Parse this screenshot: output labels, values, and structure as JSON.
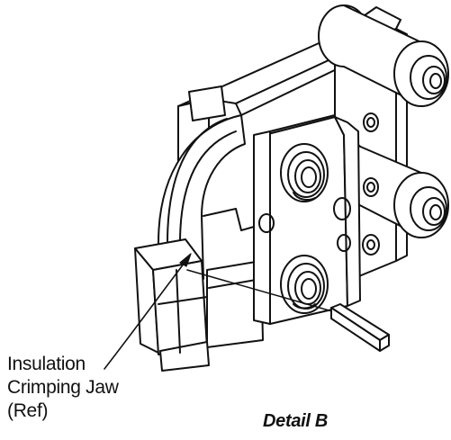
{
  "callout_label": {
    "line1": "Insulation",
    "line2": "Crimping Jaw",
    "line3": "(Ref)"
  },
  "detail_label": "Detail B",
  "colors": {
    "ink": "#111111",
    "paper": "#ffffff"
  }
}
